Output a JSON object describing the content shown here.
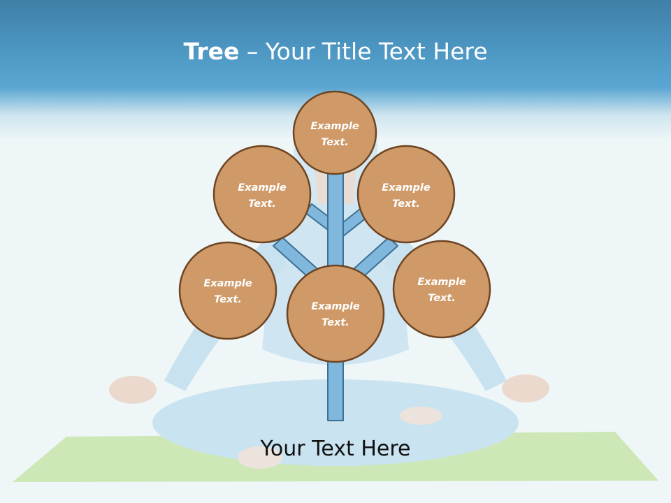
{
  "title": {
    "bold": "Tree",
    "dash": " – ",
    "rest": "Your Title Text Here"
  },
  "nodes": [
    {
      "id": "top",
      "line1": "Example",
      "line2": "Text."
    },
    {
      "id": "upper-left",
      "line1": "Example",
      "line2": "Text."
    },
    {
      "id": "upper-right",
      "line1": "Example",
      "line2": "Text."
    },
    {
      "id": "lower-left",
      "line1": "Example",
      "line2": "Text."
    },
    {
      "id": "center",
      "line1": "Example",
      "line2": "Text."
    },
    {
      "id": "lower-right",
      "line1": "Example",
      "line2": "Text."
    }
  ],
  "caption": "Your Text Here",
  "colors": {
    "header": "#4a93bf",
    "node_fill": "#cf9a68",
    "node_stroke": "#6e4422",
    "trunk_fill": "#7fb8dc",
    "trunk_stroke": "#3d6f93",
    "mat": "#bfe0a6"
  }
}
